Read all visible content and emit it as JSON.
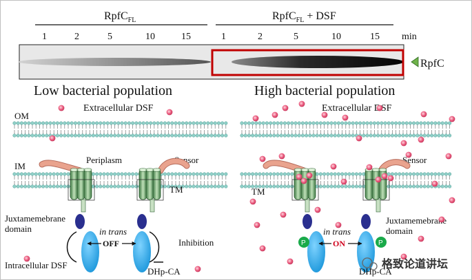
{
  "gel": {
    "left_condition": "RpfC",
    "left_condition_sub": "FL",
    "right_condition": "RpfC",
    "right_condition_sub": "FL",
    "right_condition_suffix": " + DSF",
    "left_lanes": [
      "1",
      "2",
      "5",
      "10",
      "15"
    ],
    "right_lanes": [
      "1",
      "2",
      "5",
      "10",
      "15"
    ],
    "unit": "min",
    "band_label": "RpfC",
    "highlight_color": "#c00000",
    "marker_color": "#6fb24a"
  },
  "low": {
    "title": "Low bacterial population",
    "extracellular": "Extracellular DSF",
    "om": "OM",
    "im": "IM",
    "periplasm": "Periplasm",
    "sensor": "Sensor",
    "tm": "TM",
    "juxta_line1": "Juxtamemebrane",
    "juxta_line2": "domain",
    "in_trans": "in trans",
    "state": "OFF",
    "inhibition": "Inhibition",
    "intracellular": "Intracellular DSF",
    "dhp": "DHp-CA"
  },
  "high": {
    "title": "High bacterial population",
    "extracellular": "Extracellular DSF",
    "sensor": "Sensor",
    "tm": "TM",
    "juxta_line1": "Juxtamemebrane",
    "juxta_line2": "domain",
    "in_trans": "in trans",
    "state": "ON",
    "phospho_left": "P",
    "phospho_right": "P",
    "dhp": "DHp-CA"
  },
  "watermark": "格致论道讲坛",
  "colors": {
    "dsf": "#e9577b",
    "membrane_head": "#8fd0c8",
    "sensor": "#e9a38e",
    "tm_helix": "#5f9a60",
    "juxta": "#2a2f8f",
    "dhp": "#2aa8e6",
    "phospho": "#1aaa4a",
    "on_text": "#d0001b"
  }
}
